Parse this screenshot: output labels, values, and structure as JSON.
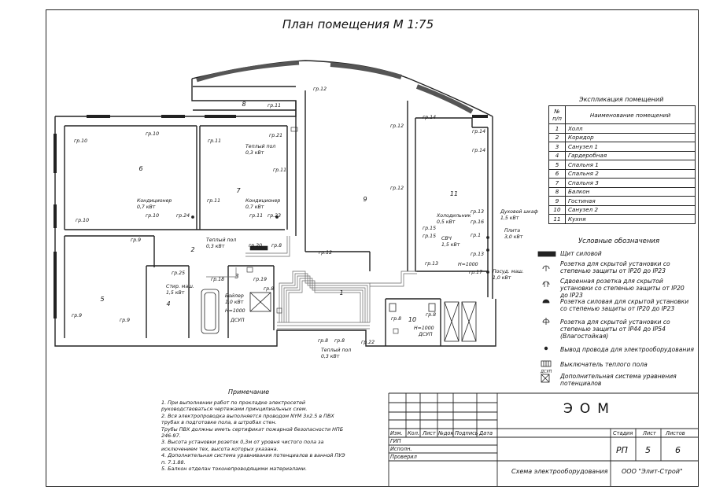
{
  "title": "План помещения М 1:75",
  "room_numbers": [
    "1",
    "2",
    "3",
    "4",
    "5",
    "6",
    "7",
    "8",
    "9",
    "10",
    "11"
  ],
  "plan_labels": {
    "gr12_top": "гр.12",
    "gr11_balc": "гр.11",
    "gr10_a": "гр.10",
    "gr10_b": "гр.10",
    "gr11_a": "гр.11",
    "gr11_b": "гр.11",
    "gr11_c": "гр.11",
    "gr21": "гр.21",
    "heatfloor_top": "Теплый пол",
    "heatfloor_top_pw": "0,3 кВт",
    "gr12_a": "гр.12",
    "gr14_a": "гр.14",
    "gr14_b": "гр.14",
    "gr14_c": "гр.14",
    "gr12_b": "гр.12",
    "cond_6": "Кондиционер",
    "cond_6_pw": "0,7 кВт",
    "gr24": "гр.24",
    "gr10_c": "гр.10",
    "gr10_d": "гр.10",
    "cond_7": "Кондиционер",
    "cond_7_pw": "0,7 кВт",
    "gr11_d": "гр.11",
    "gr23": "гр.23",
    "fridge": "Холодильник",
    "fridge_pw": "0,5 кВт",
    "gr15_a": "гр.15",
    "gr15_b": "гр.15",
    "microwave": "СВЧ",
    "microwave_pw": "1,5 кВт",
    "oven": "Духовой шкаф",
    "oven_pw": "1,5 кВт",
    "gr13_a": "гр.13",
    "gr16": "гр.16",
    "gr1": "гр.1",
    "stove": "Плита",
    "stove_pw": "3,0 кВт",
    "gr13_b": "гр.13",
    "gr13_c": "гр.13",
    "h1000_k": "Н=1000",
    "dishwasher": "Посуд. маш.",
    "dishwasher_pw": "1,0 кВт",
    "gr17": "гр.17",
    "gr9_a": "гр.9",
    "heatfloor_mid": "Теплый пол",
    "heatfloor_mid_pw": "0,3 кВт",
    "gr20": "гр.20",
    "gr8_a": "гр.8",
    "gr12_c": "гр.12",
    "gr25": "гр.25",
    "gr18": "гр.18",
    "gr19": "гр.19",
    "gr8_b": "гр.8",
    "washer": "Стир. маш.",
    "washer_pw": "1,5 кВт",
    "boiler": "Бойлер",
    "boiler_pw": "1,0 кВт",
    "h1000_b": "Н=1000",
    "dsup_a": "ДСУП",
    "gr9_b": "гр.9",
    "gr9_c": "гр.9",
    "gr8_c": "гр.8",
    "gr8_d": "гр.8",
    "gr8_e": "гр.8",
    "gr8_f": "гр.8",
    "gr22": "гр.22",
    "heatfloor_bot": "Теплый пол",
    "heatfloor_bot_pw": "0,3 кВт",
    "h1000_c": "Н=1000",
    "dsup_b": "ДСУП"
  },
  "explication": {
    "title": "Экспликация помещений",
    "col_num": "№ п/п",
    "col_name": "Наименование помещений",
    "rows": [
      {
        "n": "1",
        "name": "Холл"
      },
      {
        "n": "2",
        "name": "Коридор"
      },
      {
        "n": "3",
        "name": "Санузел 1"
      },
      {
        "n": "4",
        "name": "Гардеробная"
      },
      {
        "n": "5",
        "name": "Спальня 1"
      },
      {
        "n": "6",
        "name": "Спальня 2"
      },
      {
        "n": "7",
        "name": "Спальня 3"
      },
      {
        "n": "8",
        "name": "Балкон"
      },
      {
        "n": "9",
        "name": "Гостиная"
      },
      {
        "n": "10",
        "name": "Санузел 2"
      },
      {
        "n": "11",
        "name": "Кухня"
      }
    ]
  },
  "legend": {
    "title": "Условные обозначения",
    "items": [
      {
        "icon": "panel-icon",
        "text": "Щит силовой"
      },
      {
        "icon": "socket-icon",
        "text": "Розетка для скрытой установки со степенью защиты от IP20 до IP23"
      },
      {
        "icon": "double-socket-icon",
        "text": "Сдвоенная розетка для скрытой установки со степенью защиты от IP20 до IP23"
      },
      {
        "icon": "power-socket-icon",
        "text": "Розетка силовая для скрытой установки со степенью защиты от IP20 до IP23"
      },
      {
        "icon": "wet-socket-icon",
        "text": "Розетка для скрытой установки со степенью защиты от IP44 до IP54 (Влагостойкая)"
      },
      {
        "icon": "wire-outlet-icon",
        "text": "Вывод провода для электрооборудования"
      },
      {
        "icon": "floor-switch-icon",
        "text": "Выключатель теплого пола"
      },
      {
        "icon": "dsup-icon",
        "text": "Дополнительная система уравнения потенциалов"
      }
    ],
    "dsup_label": "ДСУП"
  },
  "notes": {
    "title": "Примечание",
    "items": [
      "1. При выполнении работ по прокладке электросетей руководствоваться чертежами принципиальных схем.",
      "2. Вся электропроводка выполняется проводом NYM 3х2.5 в ПВХ трубах в подготовке пола, в штробах стен.",
      "Трубы ПВХ должны иметь сертификат пожарной безопасности НПБ 246-97.",
      "3. Высота установки розеток 0,3м от уровня чистого пола за исключением тех, высота которых указана.",
      "4. Дополнительная система уравнивания потенциалов в ванной ПУЭ п. 7.1.88.",
      "5. Балкон отделан токонепроводящими материалами."
    ]
  },
  "title_block": {
    "code": "ЭОМ",
    "col_izm": "Изм.",
    "col_kol": "Кол.",
    "col_list": "Лист",
    "col_ndoc": "№док",
    "col_sign": "Подпись",
    "col_date": "Дата",
    "row_gip": "ГИП",
    "row_ispoln": "Исполн.",
    "row_proveril": "Проверил",
    "stage_h": "Стадия",
    "sheet_h": "Лист",
    "sheets_h": "Листов",
    "stage": "РП",
    "sheet": "5",
    "sheets": "6",
    "drawing_name": "Схема электрооборудования",
    "company": "ООО \"Элит-Строй\""
  }
}
